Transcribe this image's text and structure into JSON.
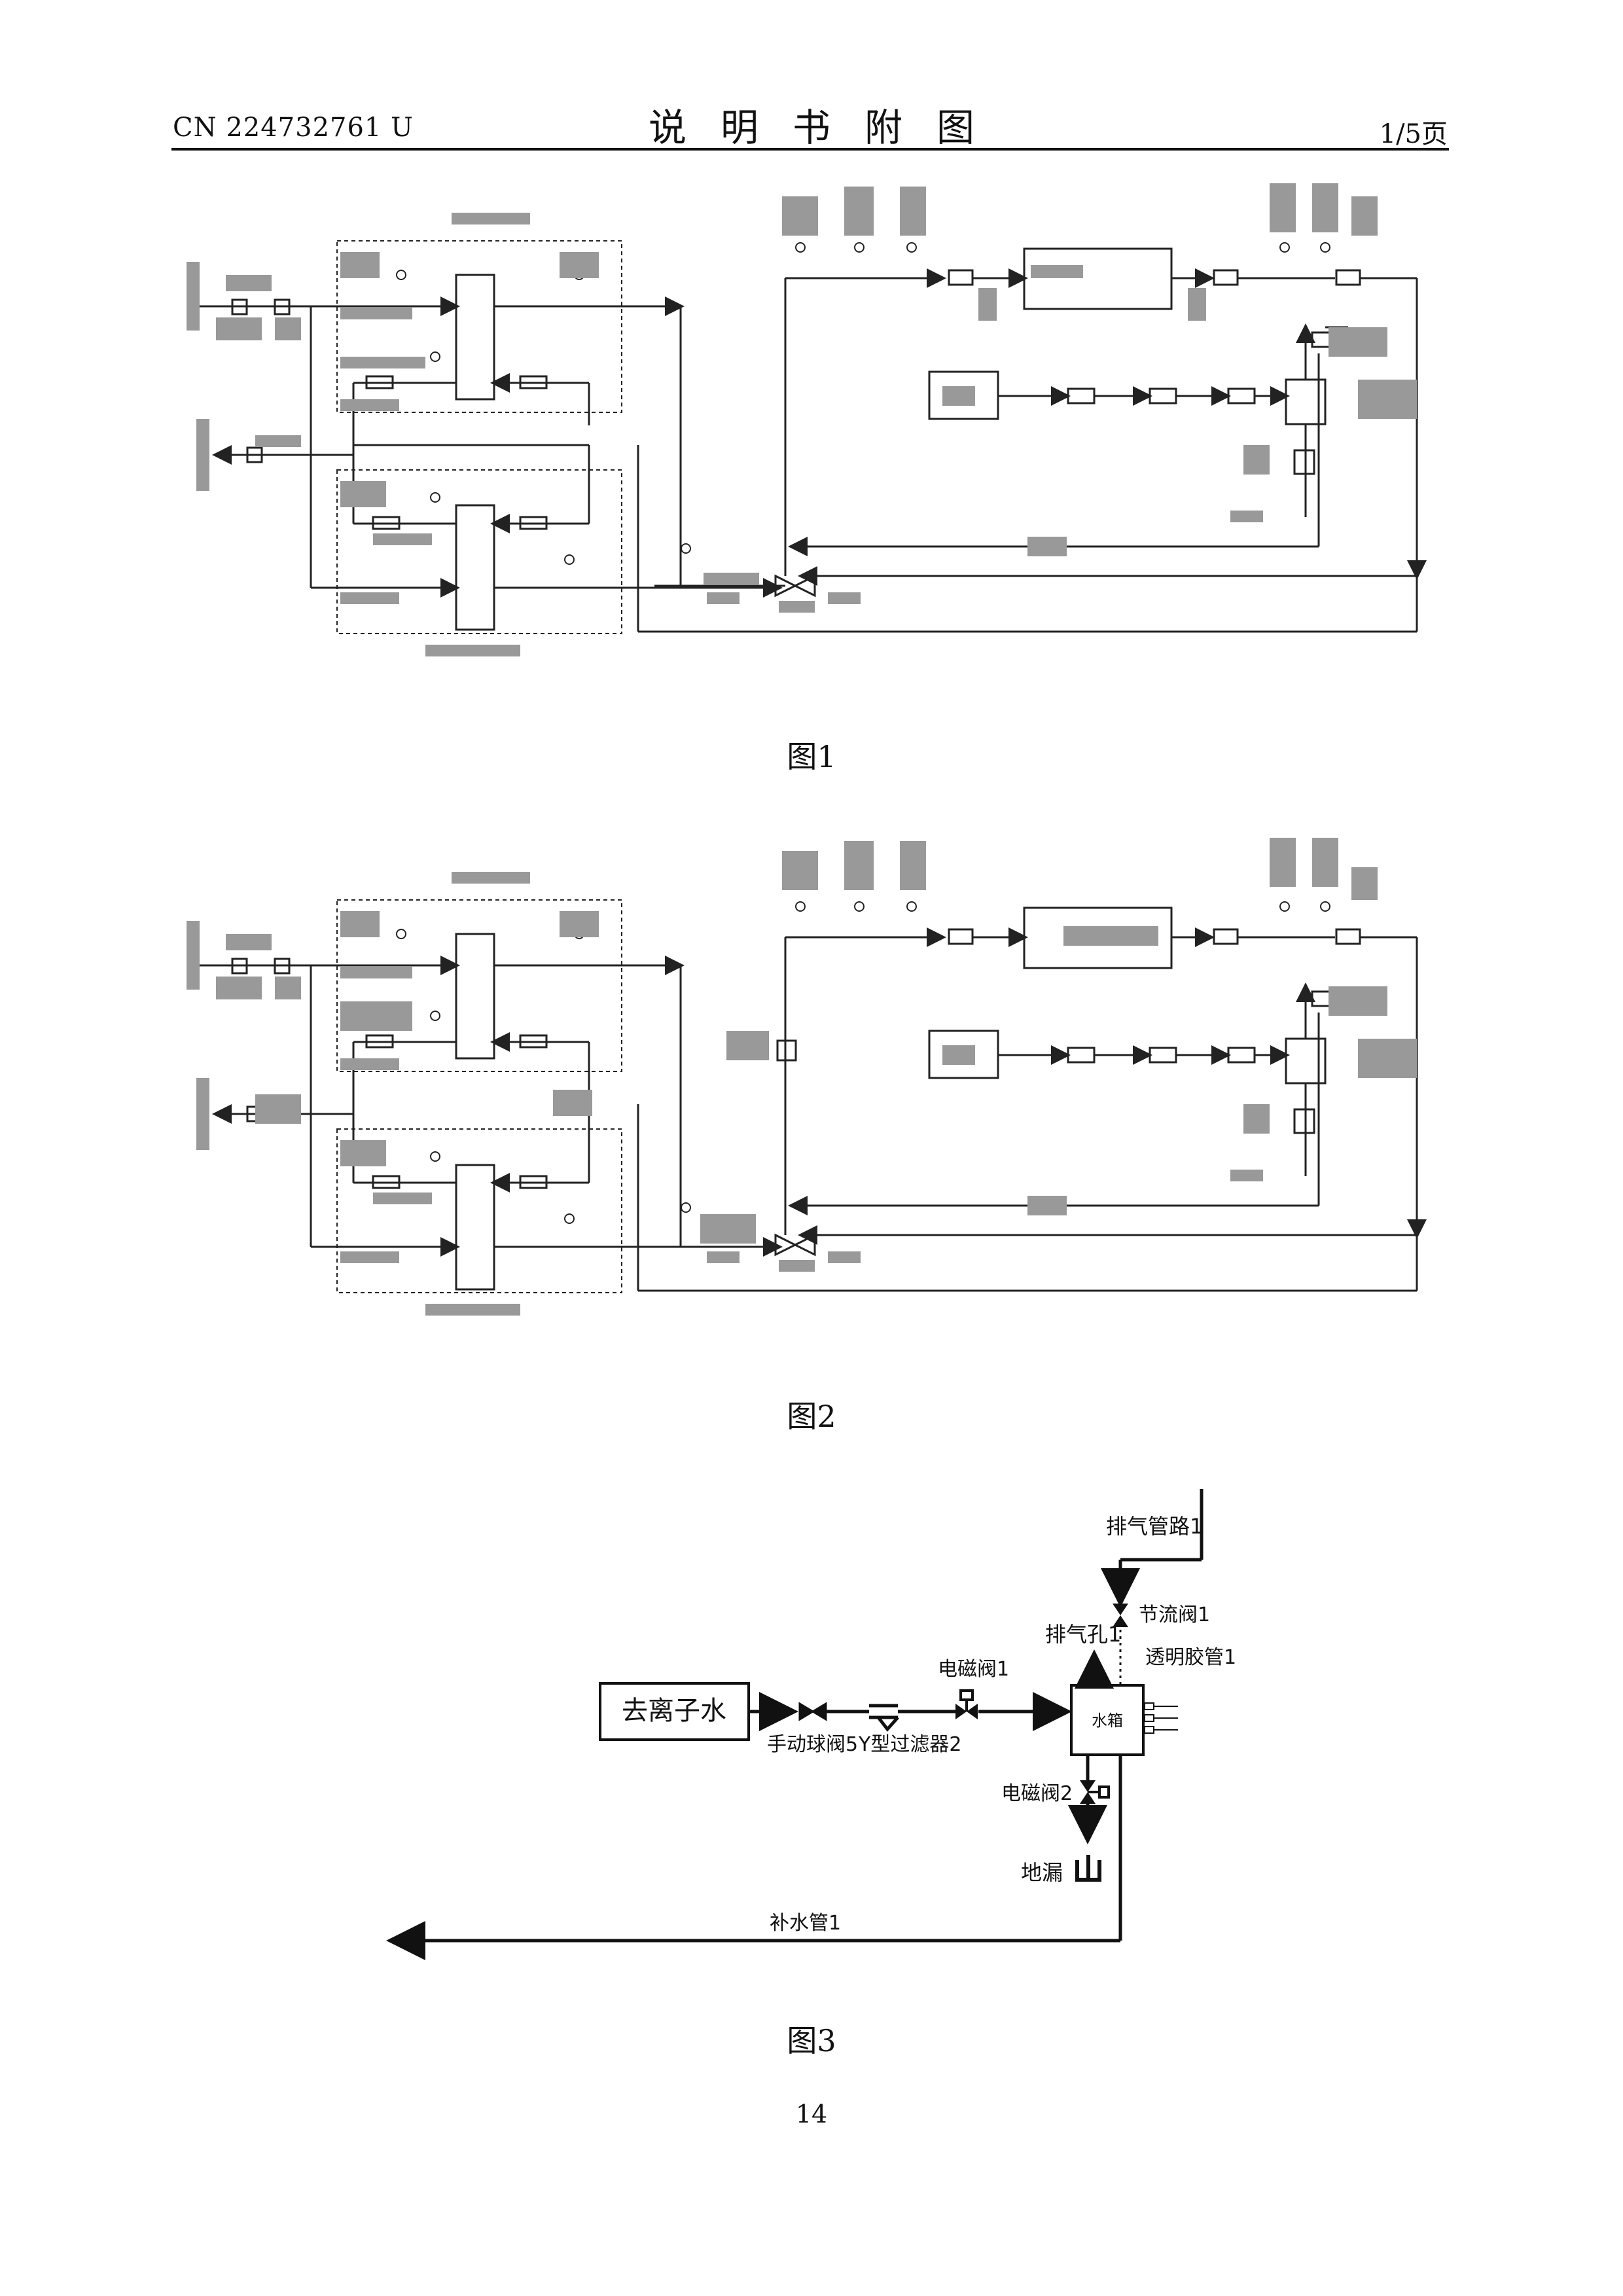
{
  "header": {
    "patent_code": "CN 224732761 U",
    "title": "说明书附图",
    "page": "1/5页"
  },
  "figures": [
    {
      "caption": "图1"
    },
    {
      "caption": "图2"
    },
    {
      "caption": "图3",
      "labels": {
        "deionized_water": "去离子水",
        "manual_ball_valve": "手动球阀5",
        "y_filter": "Y型过滤器2",
        "solenoid_valve_1": "电磁阀1",
        "exhaust_pipe": "排气管路1",
        "throttle_valve": "节流阀1",
        "vent_hole": "排气孔1",
        "transparent_tube": "透明胶管1",
        "water_tank": "水箱",
        "solenoid_valve_2": "电磁阀2",
        "floor_drain": "地漏",
        "makeup_pipe": "补水管1"
      }
    }
  ],
  "page_number": "14"
}
